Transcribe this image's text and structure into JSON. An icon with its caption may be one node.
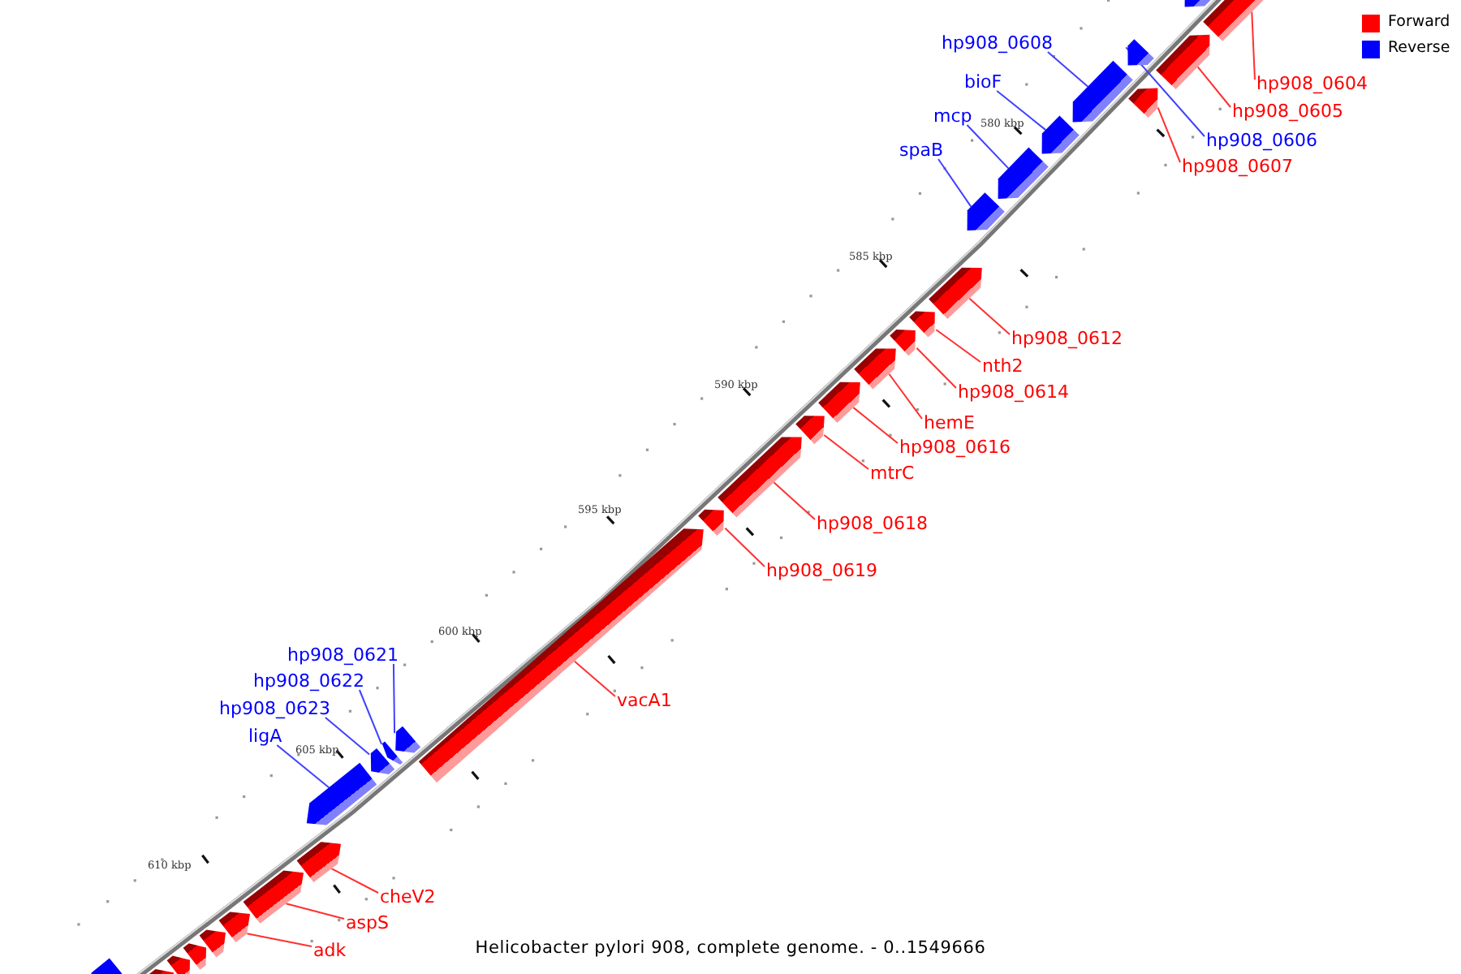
{
  "diagram": {
    "caption": "Helicobacter pylori 908, complete genome. - 0..1549666",
    "nodes": [
      {
        "text": [
          "hp908_0608"
        ]
      },
      {
        "text": [
          "bioF"
        ]
      },
      {
        "text": [
          "hp908_0604"
        ]
      },
      {
        "text": [
          "hp908_0605"
        ]
      },
      {
        "text": [
          "mcp"
        ]
      },
      {
        "text": [
          "hp908_0606"
        ]
      },
      {
        "text": [
          "spaB"
        ]
      },
      {
        "text": [
          "hp908_0607"
        ]
      },
      {
        "text": [
          "hp908_0612"
        ]
      },
      {
        "text": [
          "nth2"
        ]
      },
      {
        "text": [
          "hp908_0614"
        ]
      },
      {
        "text": [
          "hemE"
        ]
      },
      {
        "text": [
          "hp908_0616"
        ]
      },
      {
        "text": [
          "mtrC"
        ]
      },
      {
        "text": [
          "hp908_0618"
        ]
      },
      {
        "text": [
          "hp908_0619"
        ]
      },
      {
        "text": [
          "hp908_0621"
        ]
      },
      {
        "text": [
          "hp908_0622"
        ]
      },
      {
        "text": [
          "hp908_0623"
        ]
      },
      {
        "text": [
          "vacA1"
        ]
      },
      {
        "text": [
          "ligA"
        ]
      },
      {
        "text": [
          "cheV2"
        ]
      },
      {
        "text": [
          "aspS"
        ]
      },
      {
        "text": [
          "adk"
        ]
      },
      {
        "text": [],
        "shape": "arrow"
      },
      {
        "text": [],
        "shape": "arrow"
      },
      {
        "text": [],
        "shape": "arrow"
      },
      {
        "text": [],
        "shape": "arrow"
      },
      {
        "text": [],
        "shape": "arrow"
      },
      {
        "text": [],
        "shape": "arrow"
      },
      {
        "text": [],
        "shape": "arrow"
      },
      {
        "text": [],
        "shape": "arrow"
      },
      {
        "text": [],
        "shape": "arrow"
      },
      {
        "text": [],
        "shape": "arrow"
      },
      {
        "text": [],
        "shape": "arrow"
      },
      {
        "text": [],
        "shape": "arrow"
      },
      {
        "text": [],
        "shape": "arrow"
      },
      {
        "text": [],
        "shape": "arrow"
      },
      {
        "text": [],
        "shape": "arrow"
      },
      {
        "text": [],
        "shape": "arrow"
      },
      {
        "text": [],
        "shape": "arrow"
      },
      {
        "text": [],
        "shape": "arrow"
      },
      {
        "text": [],
        "shape": "arrow"
      },
      {
        "text": [],
        "shape": "arrow"
      },
      {
        "text": [],
        "shape": "arrow"
      },
      {
        "text": [],
        "shape": "arrow"
      },
      {
        "text": [],
        "shape": "arrow"
      },
      {
        "text": [],
        "shape": "arrow"
      },
      {
        "text": [],
        "shape": "arrow"
      },
      {
        "text": [],
        "shape": "arrow"
      },
      {
        "text": [],
        "shape": "arrow"
      },
      {
        "text": [],
        "shape": "arrow"
      },
      {
        "text": [],
        "shape": "arrow"
      },
      {
        "text": [],
        "shape": "arrow"
      }
    ],
    "edges": [
      {
        "from": 0,
        "to": 48,
        "arrow": "none",
        "color": "#4040ff"
      },
      {
        "from": 1,
        "to": 47,
        "arrow": "none",
        "color": "#4040ff"
      },
      {
        "from": 2,
        "to": 53,
        "arrow": "none"
      },
      {
        "from": 3,
        "to": 51,
        "arrow": "none"
      },
      {
        "from": 4,
        "to": 46,
        "arrow": "none",
        "color": "#4040ff"
      },
      {
        "from": 5,
        "to": 50,
        "arrow": "none",
        "color": "#4040ff"
      },
      {
        "from": 6,
        "to": 45,
        "arrow": "none",
        "color": "#4040ff"
      },
      {
        "from": 7,
        "to": 49,
        "arrow": "none"
      },
      {
        "from": 8,
        "to": 44,
        "arrow": "none"
      },
      {
        "from": 9,
        "to": 43,
        "arrow": "none"
      },
      {
        "from": 10,
        "to": 42,
        "arrow": "none"
      },
      {
        "from": 11,
        "to": 41,
        "arrow": "none"
      },
      {
        "from": 12,
        "to": 40,
        "arrow": "none"
      },
      {
        "from": 13,
        "to": 39,
        "arrow": "none"
      },
      {
        "from": 14,
        "to": 38,
        "arrow": "none"
      },
      {
        "from": 15,
        "to": 37,
        "arrow": "none"
      },
      {
        "from": 16,
        "to": 35,
        "arrow": "none",
        "color": "#4040ff"
      },
      {
        "from": 17,
        "to": 34,
        "arrow": "none",
        "color": "#4040ff"
      },
      {
        "from": 18,
        "to": 33,
        "arrow": "none",
        "color": "#4040ff"
      },
      {
        "from": 19,
        "to": 36,
        "arrow": "none"
      },
      {
        "from": 20,
        "to": 32,
        "arrow": "none",
        "color": "#4040ff"
      },
      {
        "from": 21,
        "to": 31,
        "arrow": "none"
      },
      {
        "from": 22,
        "to": 30,
        "arrow": "none"
      },
      {
        "from": 23,
        "to": 29,
        "arrow": "none"
      }
    ],
    "labels": [
      "580 kbp",
      "585 kbp",
      "590 kbp",
      "595 kbp",
      "600 kbp",
      "605 kbp",
      "610 kbp"
    ],
    "legend": [
      {
        "text": "Forward",
        "color": "#ff0000"
      },
      {
        "text": "Reverse",
        "color": "#0000ff"
      }
    ]
  }
}
